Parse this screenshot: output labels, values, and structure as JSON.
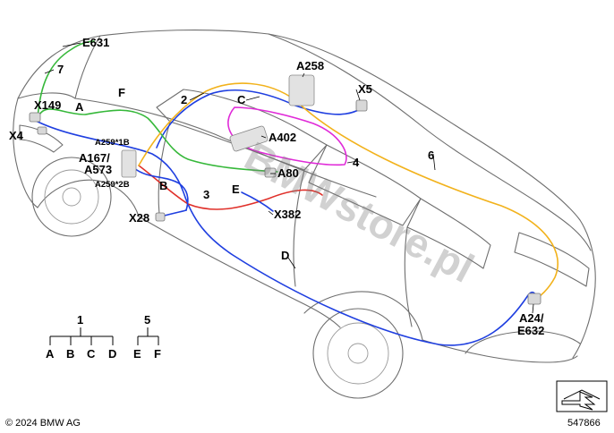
{
  "colors": {
    "blue": "#1f3fe0",
    "green": "#36b83a",
    "red": "#e0302a",
    "orange": "#f2b21c",
    "magenta": "#e02ad8",
    "outline": "#6e6e6e"
  },
  "labels": {
    "E631": "E631",
    "n7": "7",
    "X149": "X149",
    "A": "A",
    "F": "F",
    "X4": "X4",
    "n2": "2",
    "C": "C",
    "A258": "A258",
    "X5": "X5",
    "A402": "A402",
    "A259_1B": "A259*1B",
    "A167": "A167/",
    "A573": "A573",
    "A259_2B": "A259*2B",
    "B": "B",
    "n3": "3",
    "E": "E",
    "A80": "A80",
    "n4": "4",
    "n6": "6",
    "X382": "X382",
    "X28": "X28",
    "D": "D",
    "A24": "A24/",
    "E632": "E632"
  },
  "legend": {
    "group1": {
      "number": "1",
      "branches": [
        "A",
        "B",
        "C",
        "D"
      ]
    },
    "group5": {
      "number": "5",
      "branches": [
        "E",
        "F"
      ]
    }
  },
  "watermark": "BMWstore.pl",
  "footer": {
    "copyright": "© 2024 BMW AG",
    "diagram_id": "547866"
  },
  "icons": {
    "direction": "forward-arrow-icon"
  }
}
